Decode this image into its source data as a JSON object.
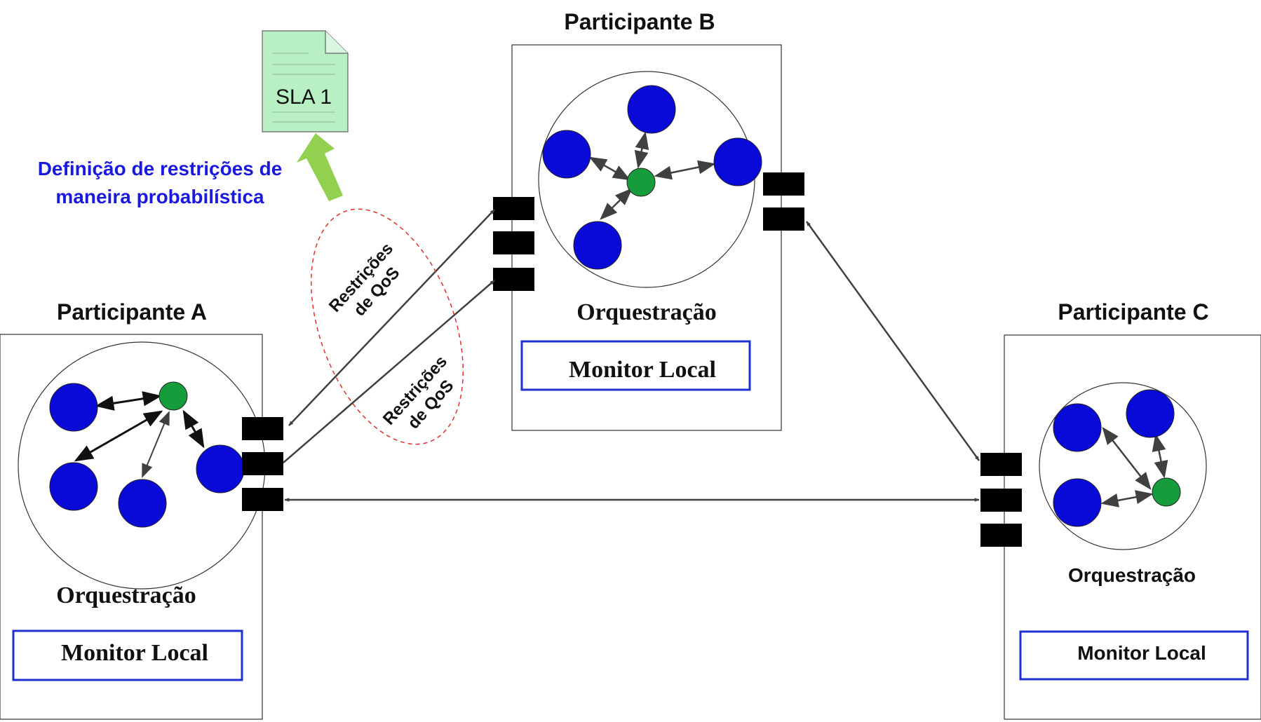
{
  "participants": {
    "a": {
      "title": "Participante A",
      "orchestration": "Orquestração",
      "monitor": "Monitor Local"
    },
    "b": {
      "title": "Participante B",
      "orchestration": "Orquestração",
      "monitor": "Monitor Local"
    },
    "c": {
      "title": "Participante C",
      "orchestration": "Orquestração",
      "monitor": "Monitor Local"
    }
  },
  "sla": {
    "label": "SLA 1"
  },
  "annotation": {
    "line1": "Definição de restrições de",
    "line2": "maneira probabilística"
  },
  "qos_labels": {
    "upper": {
      "line1": "Restrições",
      "line2": "de QoS"
    },
    "lower": {
      "line1": "Restrições",
      "line2": "de QoS"
    }
  },
  "colors": {
    "service_node": "#0a0ad8",
    "orchestrator_node": "#169c3a",
    "port": "#000000",
    "monitor_border": "#1f2fd0",
    "annotation_text": "#1a1adf",
    "sla_doc": "#b8f0c4",
    "sla_arrow": "#92d050",
    "qos_ellipse": "#e03030"
  }
}
